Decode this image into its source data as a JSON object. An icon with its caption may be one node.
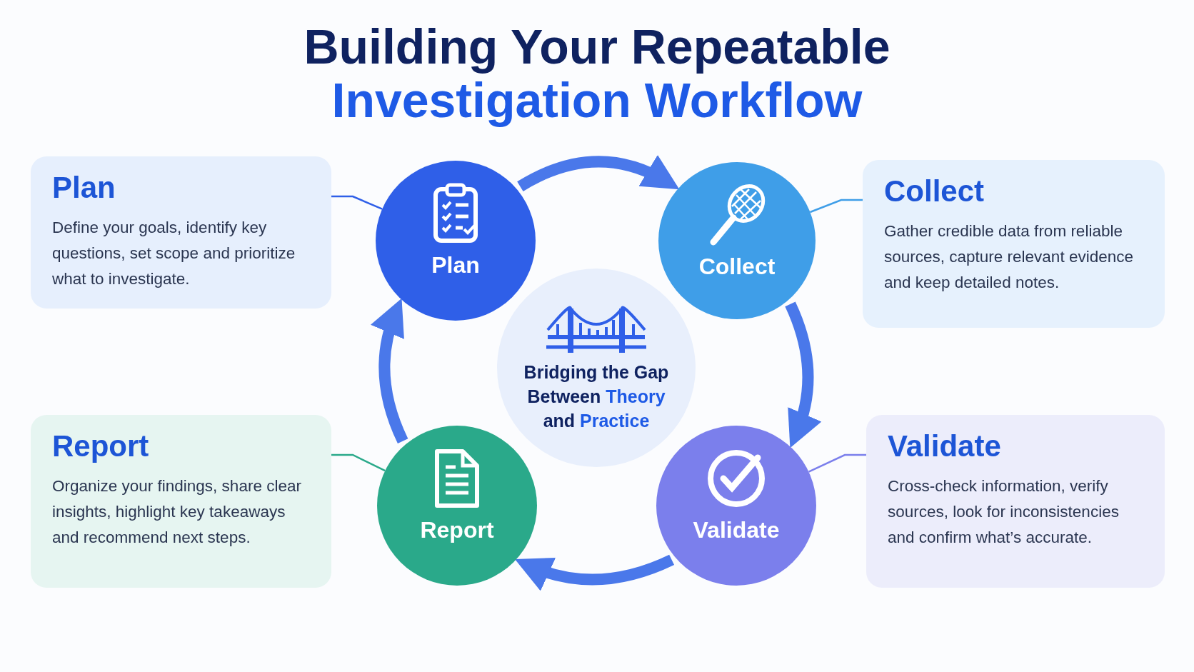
{
  "diagram": {
    "title": "Building Your Repeatable **Investigation Workflow**",
    "nodes": [
      {
        "text": [
          "Plan",
          "Define your goals, identify key questions, set scope and prioritize what to investigate."
        ]
      },
      {
        "text": [
          "Collect",
          "Gather credible data from reliable sources, capture relevant evidence and keep detailed notes."
        ]
      },
      {
        "text": [
          "Report",
          "Organize your findings, share clear insights, highlight key takeaways and recommend next steps."
        ]
      },
      {
        "text": [
          "Validate",
          "Cross-check information, verify sources, look for inconsistencies and confirm what’s accurate."
        ]
      },
      {
        "text": [
          "Plan"
        ]
      },
      {
        "text": [
          "Collect"
        ]
      },
      {
        "text": [
          "Validate"
        ]
      },
      {
        "text": [
          "Report"
        ]
      },
      {
        "text": [
          "Bridging the Gap Between **Theory** and **Practice**"
        ]
      }
    ],
    "edges": [
      {
        "from": 4,
        "to": 5,
        "arrow": "to",
        "style": "thick"
      },
      {
        "from": 5,
        "to": 6,
        "arrow": "to",
        "style": "thick"
      },
      {
        "from": 6,
        "to": 7,
        "arrow": "to",
        "style": "thick"
      },
      {
        "from": 7,
        "to": 4,
        "arrow": "to",
        "style": "thick"
      },
      {
        "from": 0,
        "to": 4,
        "arrow": "none",
        "color": "#2f5fe8"
      },
      {
        "from": 1,
        "to": 5,
        "arrow": "none",
        "color": "#3f9ee8"
      },
      {
        "from": 2,
        "to": 7,
        "arrow": "none",
        "color": "#2aa98a"
      },
      {
        "from": 3,
        "to": 6,
        "arrow": "none",
        "color": "#7b7fec"
      }
    ]
  }
}
